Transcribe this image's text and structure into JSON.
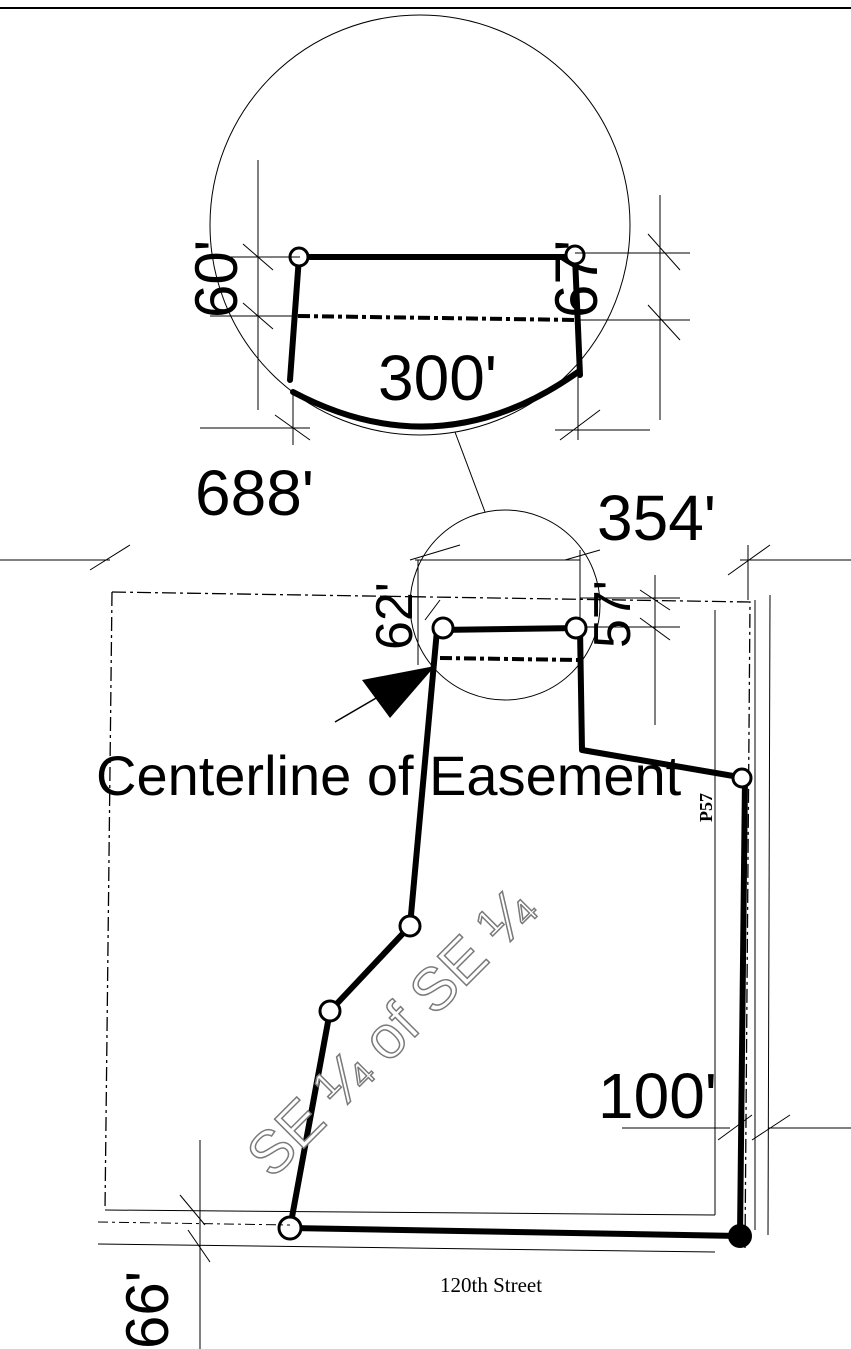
{
  "labels": {
    "dim_60": "60'",
    "dim_67": "67'",
    "dim_300": "300'",
    "dim_688": "688'",
    "dim_354": "354'",
    "dim_62": "62'",
    "dim_57": "57'",
    "centerline": "Centerline of Easement",
    "quarter": "SE ¼ of SE ¼",
    "pole": "P57",
    "dim_100": "100'",
    "street": "120th Street",
    "dim_66": "66'"
  },
  "colors": {
    "line": "#000000",
    "background": "#ffffff",
    "quarter_outline": "#7a7a7a"
  }
}
